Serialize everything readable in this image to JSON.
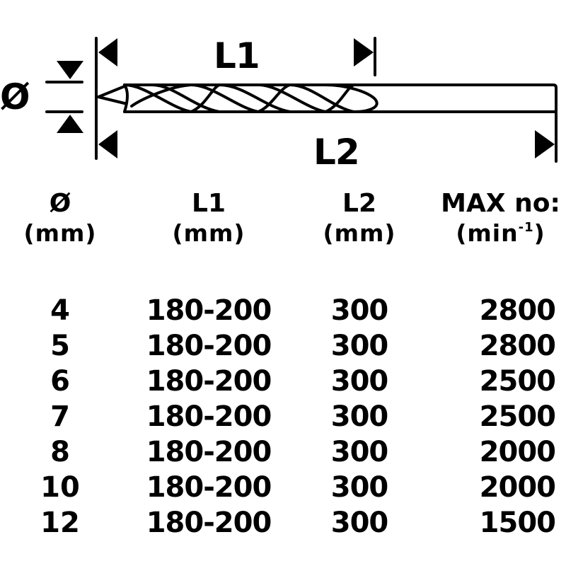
{
  "diagram": {
    "diameter_label": "Ø",
    "l1_label": "L1",
    "l2_label": "L2",
    "stroke_color": "#000000",
    "background": "#ffffff"
  },
  "table": {
    "headers": [
      {
        "label": "Ø",
        "unit": "(mm)"
      },
      {
        "label": "L1",
        "unit": "(mm)"
      },
      {
        "label": "L2",
        "unit": "(mm)"
      },
      {
        "label": "MAX no:",
        "unit_prefix": "(min",
        "unit_sup": "-1",
        "unit_suffix": ")"
      }
    ],
    "rows": [
      {
        "diameter": "4",
        "l1": "180-200",
        "l2": "300",
        "max_rpm": "2800"
      },
      {
        "diameter": "5",
        "l1": "180-200",
        "l2": "300",
        "max_rpm": "2800"
      },
      {
        "diameter": "6",
        "l1": "180-200",
        "l2": "300",
        "max_rpm": "2500"
      },
      {
        "diameter": "7",
        "l1": "180-200",
        "l2": "300",
        "max_rpm": "2500"
      },
      {
        "diameter": "8",
        "l1": "180-200",
        "l2": "300",
        "max_rpm": "2000"
      },
      {
        "diameter": "10",
        "l1": "180-200",
        "l2": "300",
        "max_rpm": "2000"
      },
      {
        "diameter": "12",
        "l1": "180-200",
        "l2": "300",
        "max_rpm": "1500"
      }
    ]
  }
}
